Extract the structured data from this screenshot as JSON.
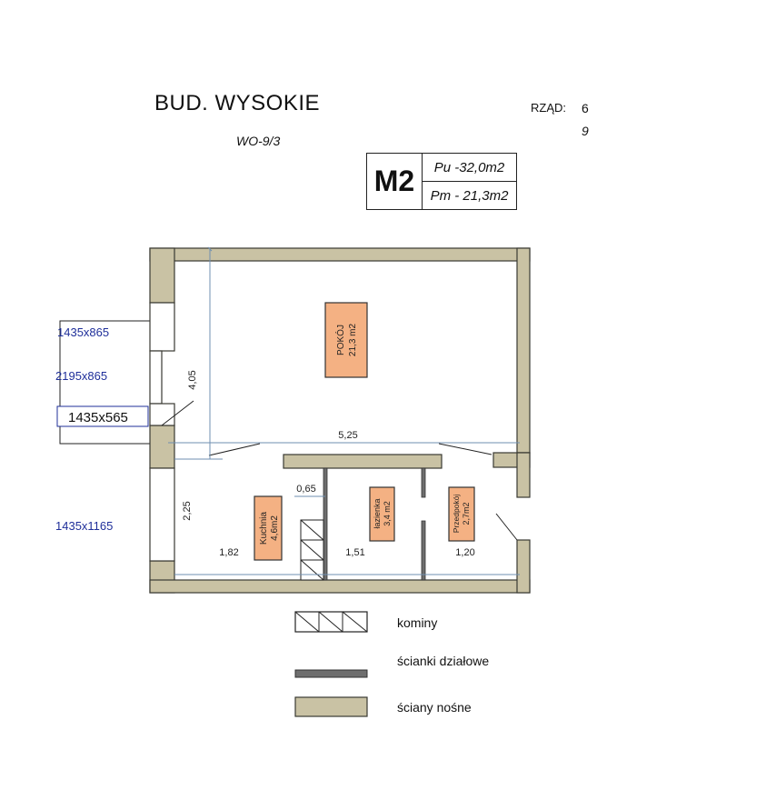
{
  "header": {
    "title": "BUD. WYSOKIE",
    "subtitle": "WO-9/3",
    "row_label": "RZĄD:",
    "row_value": "6",
    "row_sub": "9"
  },
  "unit": {
    "code": "M2",
    "usable_area": "Pu -32,0m2",
    "living_area": "Pm - 21,3m2"
  },
  "rooms": {
    "main_room": "POKÓJ",
    "main_room_area": "21,3 m2",
    "kitchen": "Kuchnia",
    "kitchen_area": "4,6m2",
    "bathroom": "łazienka",
    "bathroom_area": "3,4 m2",
    "hall": "Przedpokój",
    "hall_area": "2,7m2"
  },
  "dimensions": {
    "width_top": "5,25",
    "height_top": "4,05",
    "height_bottom": "2,25",
    "kitchen_width": "1,82",
    "bath_width": "1,51",
    "hall_width": "1,20",
    "chimney_width": "0,65"
  },
  "windows": {
    "w1": "1435x865",
    "w2": "2195x865",
    "w3": "1435x565",
    "w4": "1435x1165"
  },
  "legend": {
    "chimney": "kominy",
    "partition": "ścianki działowe",
    "bearing": "ściany nośne"
  },
  "colors": {
    "bearing_wall": "#c9c2a4",
    "partition_wall": "#6e6e6e",
    "room_label": "#f4b183",
    "dimension_line": "#6f8fb0",
    "window_text": "#1f2f9a"
  }
}
